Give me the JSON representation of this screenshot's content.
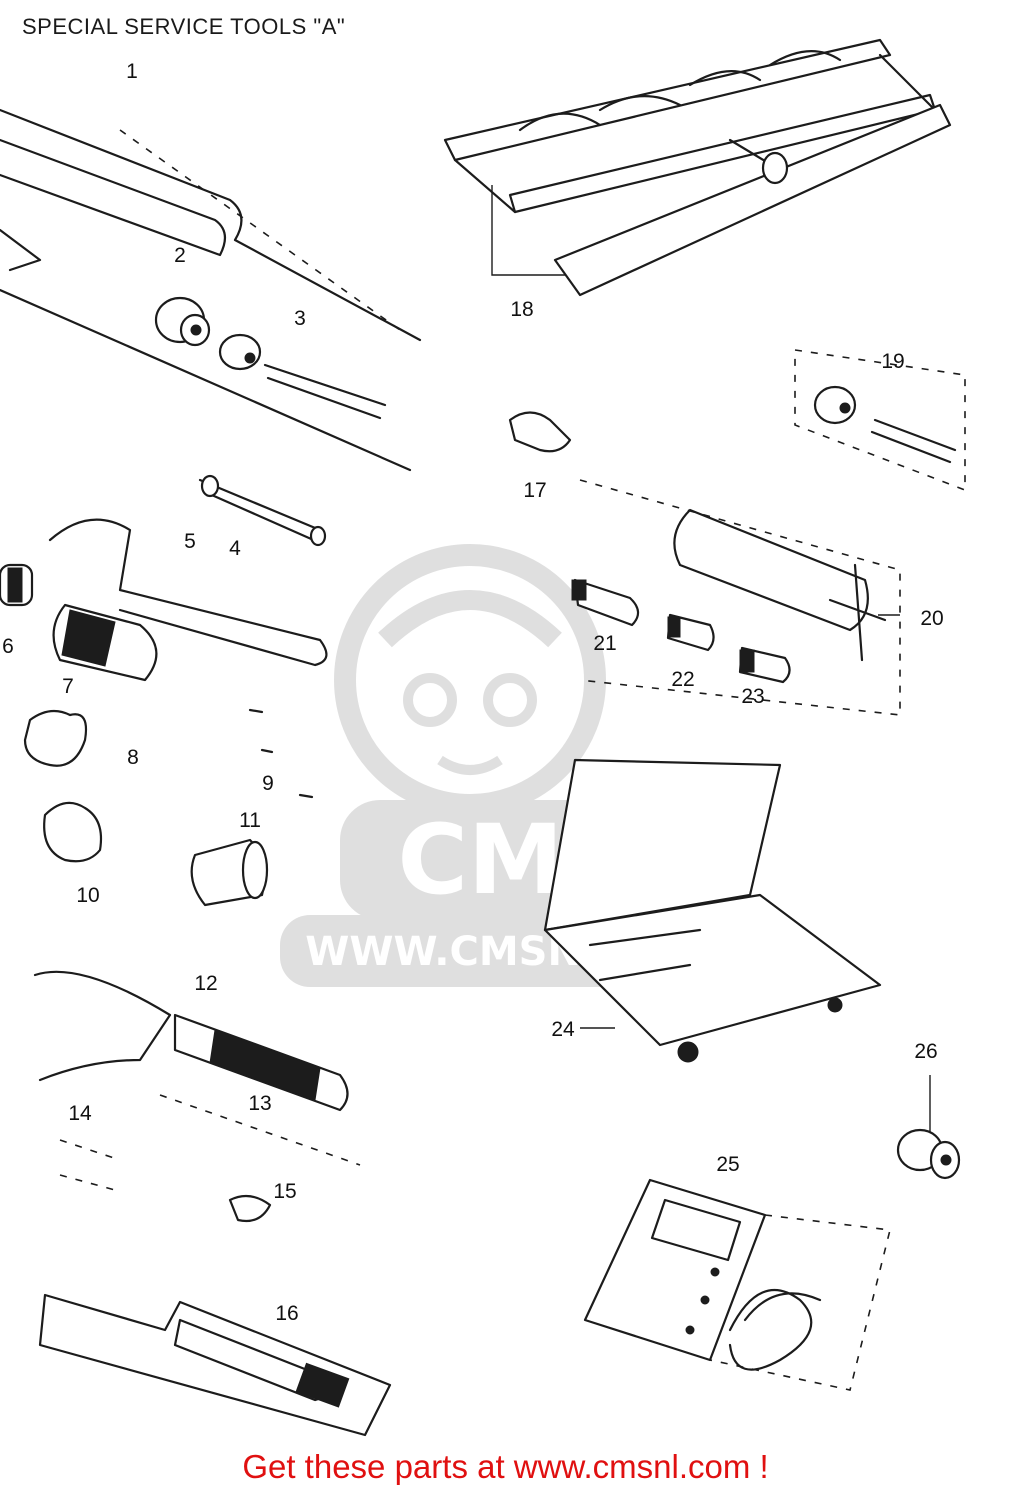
{
  "header": {
    "title": "SPECIAL SERVICE TOOLS \"A\""
  },
  "footer": {
    "text": "Get these parts at www.cmsnl.com !"
  },
  "watermark": {
    "logo_text": "CMS",
    "url_text": "WWW.CMSNL.COM",
    "color": "#d6d6d6"
  },
  "colors": {
    "footer": "#e01010",
    "line": "#1c1c1c",
    "background": "#ffffff"
  },
  "callouts": [
    "1",
    "2",
    "3",
    "4",
    "5",
    "6",
    "7",
    "8",
    "9",
    "11",
    "10",
    "12",
    "13",
    "14",
    "15",
    "16",
    "17",
    "18",
    "19",
    "20",
    "21",
    "22",
    "23",
    "24",
    "25",
    "26"
  ]
}
